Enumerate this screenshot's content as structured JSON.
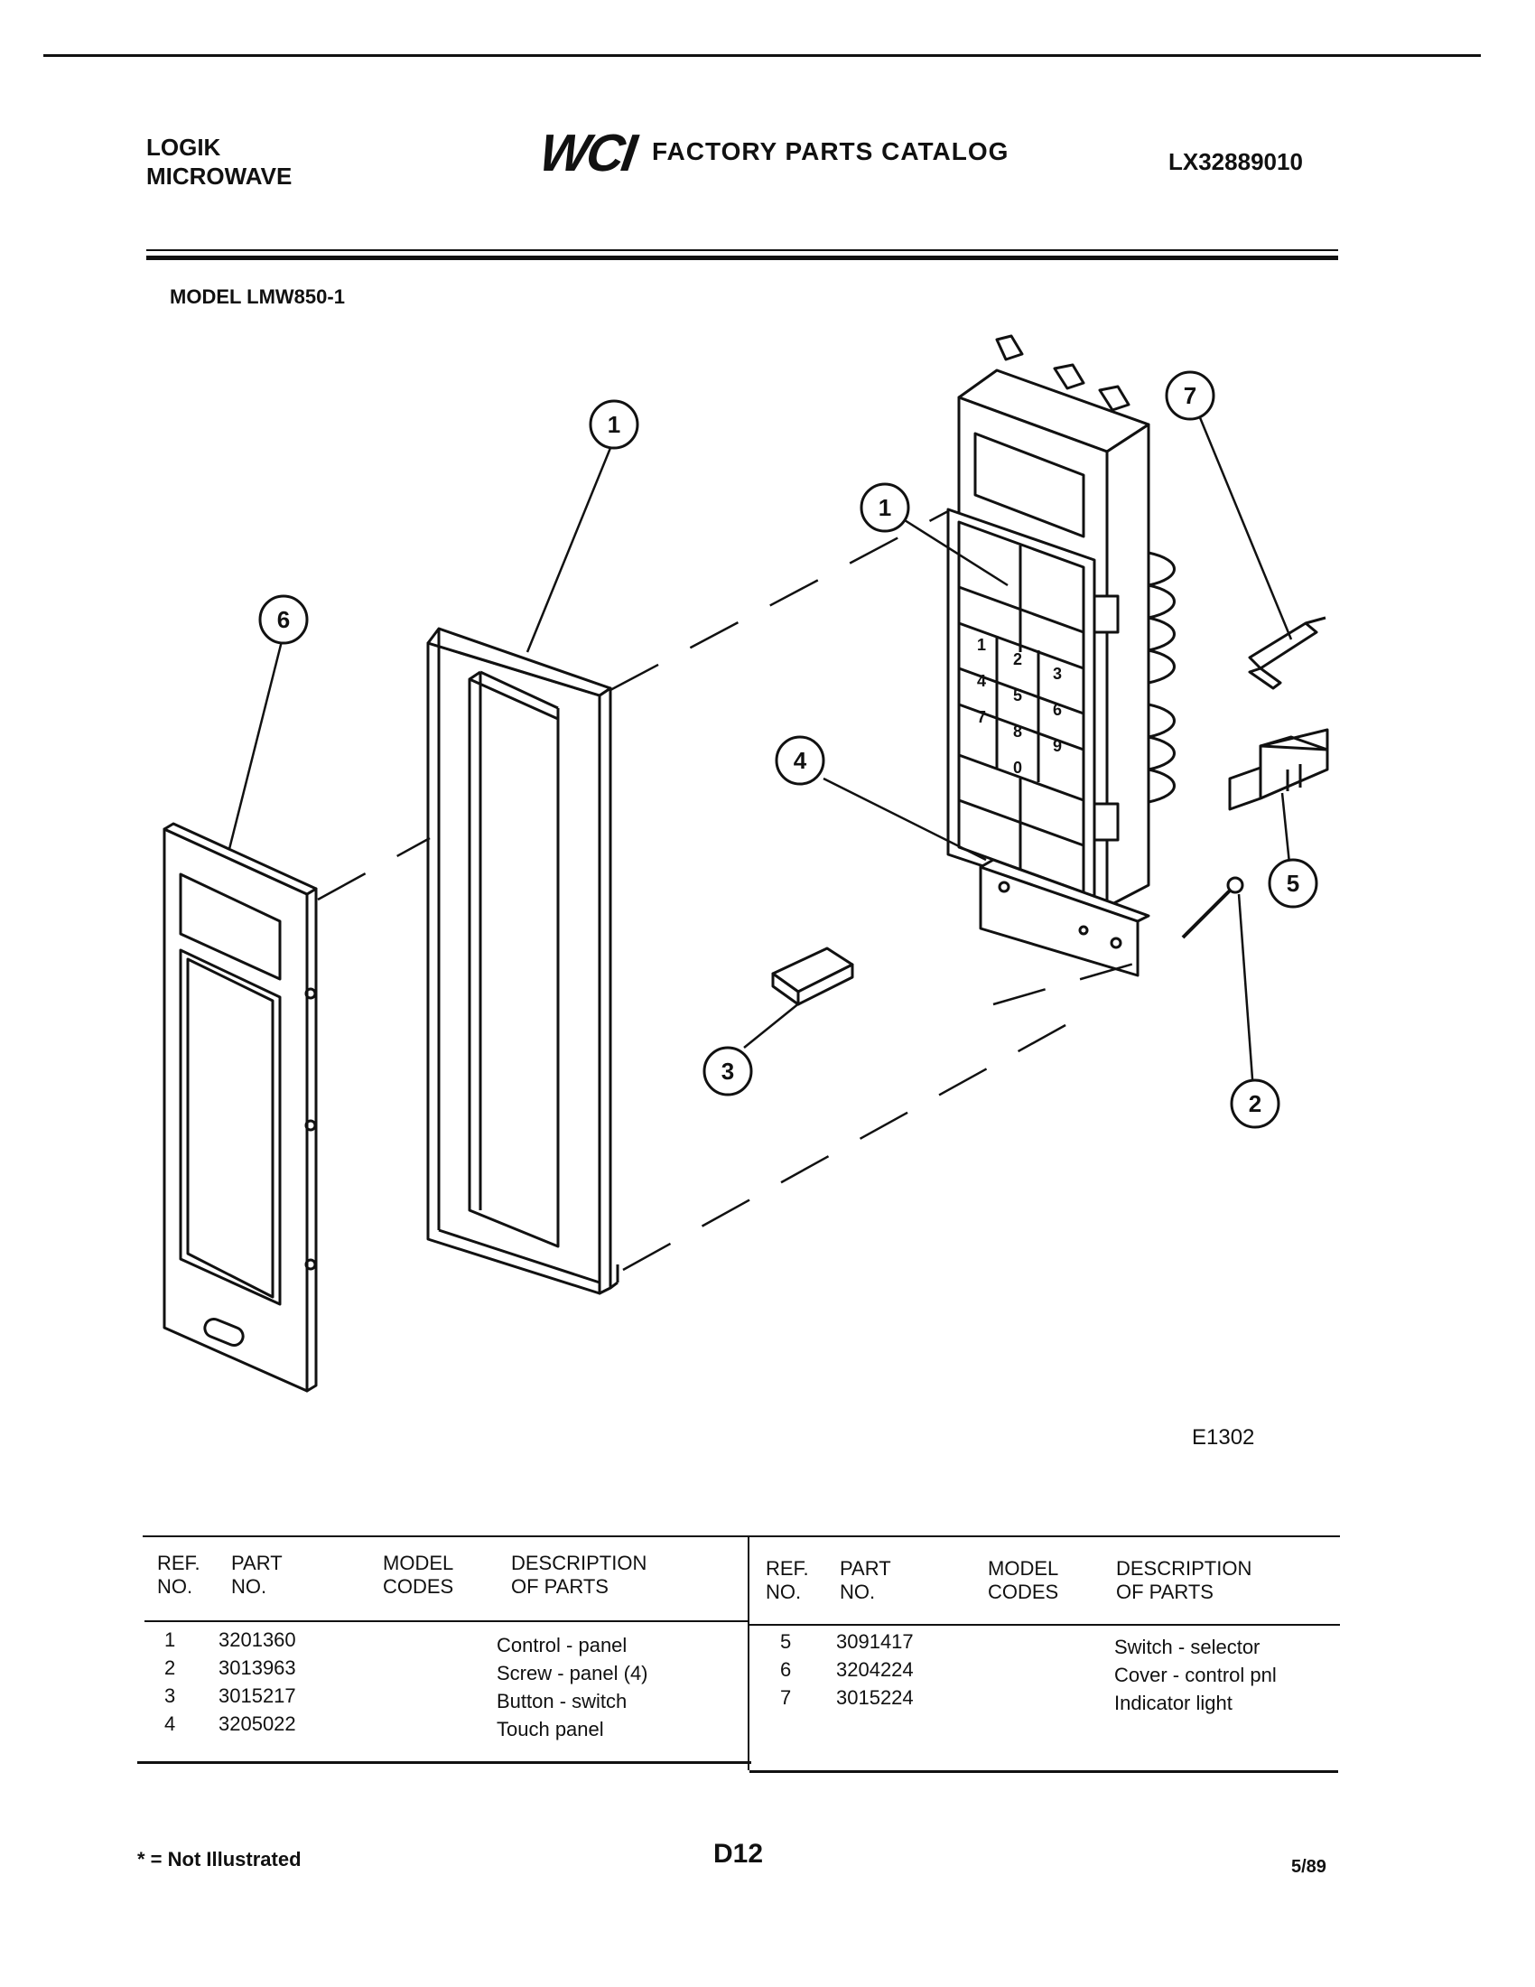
{
  "header": {
    "brand_line1": "LOGIK",
    "brand_line2": "MICROWAVE",
    "logo": "WCI",
    "catalog_title": "FACTORY PARTS CATALOG",
    "catalog_number": "LX32889010"
  },
  "model_label": "MODEL LMW850-1",
  "diagram": {
    "figure_id": "E1302",
    "callouts": [
      "1",
      "1",
      "6",
      "7",
      "4",
      "5",
      "3",
      "2"
    ],
    "keypad": [
      "1",
      "2",
      "3",
      "4",
      "5",
      "6",
      "7",
      "8",
      "9",
      "0"
    ]
  },
  "table": {
    "headers": {
      "ref_1": "REF.",
      "ref_2": "NO.",
      "part_1": "PART",
      "part_2": "NO.",
      "model_1": "MODEL",
      "model_2": "CODES",
      "desc_1": "DESCRIPTION",
      "desc_2": "OF PARTS"
    },
    "left_rows": [
      {
        "ref": "1",
        "part": "3201360",
        "model": "",
        "desc": "Control - panel"
      },
      {
        "ref": "2",
        "part": "3013963",
        "model": "",
        "desc": "Screw - panel (4)"
      },
      {
        "ref": "3",
        "part": "3015217",
        "model": "",
        "desc": "Button - switch"
      },
      {
        "ref": "4",
        "part": "3205022",
        "model": "",
        "desc": "Touch panel"
      }
    ],
    "right_rows": [
      {
        "ref": "5",
        "part": "3091417",
        "model": "",
        "desc": "Switch - selector"
      },
      {
        "ref": "6",
        "part": "3204224",
        "model": "",
        "desc": "Cover - control pnl"
      },
      {
        "ref": "7",
        "part": "3015224",
        "model": "",
        "desc": "Indicator light"
      }
    ]
  },
  "footer": {
    "note": "* = Not Illustrated",
    "page": "D12",
    "date": "5/89"
  }
}
